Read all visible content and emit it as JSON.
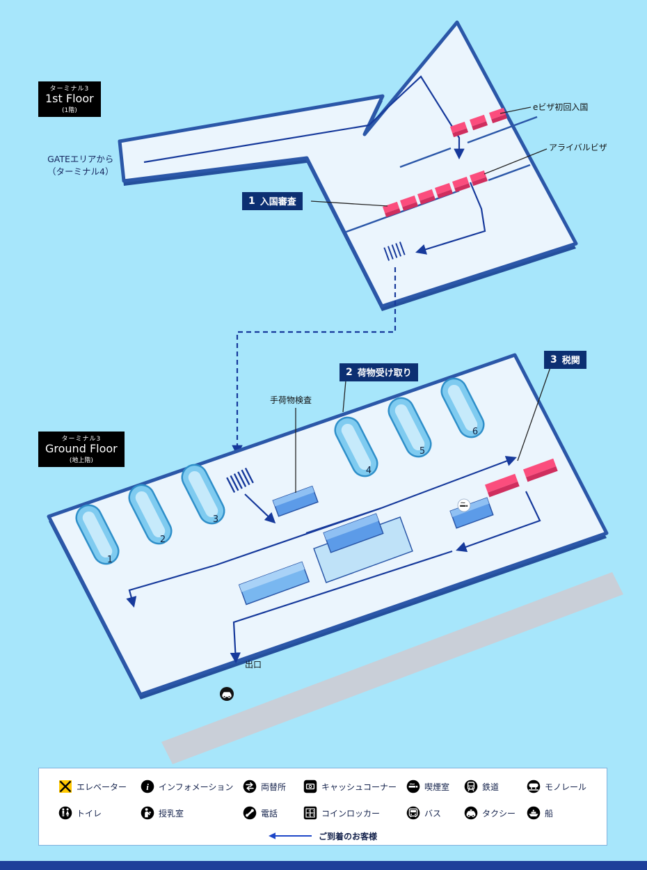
{
  "colors": {
    "background": "#A7E6FB",
    "floor_fill": "#EBF5FD",
    "floor_border": "#2B57A8",
    "flow_arrow": "#16399B",
    "counter_pink_top": "#FB4D7D",
    "counter_pink_front": "#CF2E5E",
    "belt_fill": "#7FCBF0",
    "label_box_navy": "#0C2F72",
    "elevator_yellow": "#FFC800",
    "road_gray": "#C9CFD8"
  },
  "floor1": {
    "terminal_tag": "ターミナル3",
    "floor_name": "1st Floor",
    "floor_sub": "(1階)",
    "gate_note_line1": "GATEエリアから",
    "gate_note_line2": "（ターミナル4）",
    "evisa_label": "eビザ初回入国",
    "arrival_visa_label": "アライバルビザ",
    "step1_num": "1",
    "step1_label": "入国審査"
  },
  "ground_floor": {
    "terminal_tag": "ターミナル3",
    "floor_name": "Ground Floor",
    "floor_sub": "(地上階)",
    "step2_num": "2",
    "step2_label": "荷物受け取り",
    "step3_num": "3",
    "step3_label": "税関",
    "inspection_label": "手荷物検査",
    "exit_label": "出口",
    "belt_numbers": [
      "1",
      "2",
      "3",
      "4",
      "5",
      "6"
    ]
  },
  "legend": {
    "row1": [
      {
        "icon": "elevator-icon",
        "label": "エレベーター"
      },
      {
        "icon": "information-icon",
        "label": "インフォメーション"
      },
      {
        "icon": "currency-exchange-icon",
        "label": "両替所"
      },
      {
        "icon": "atm-icon",
        "label": "キャッシュコーナー"
      },
      {
        "icon": "smoking-room-icon",
        "label": "喫煙室"
      },
      {
        "icon": "railway-icon",
        "label": "鉄道"
      },
      {
        "icon": "monorail-icon",
        "label": "モノレール"
      }
    ],
    "row2": [
      {
        "icon": "toilet-icon",
        "label": "トイレ"
      },
      {
        "icon": "nursing-room-icon",
        "label": "授乳室"
      },
      {
        "icon": "phone-icon",
        "label": "電話"
      },
      {
        "icon": "coin-locker-icon",
        "label": "コインロッカー"
      },
      {
        "icon": "bus-icon",
        "label": "バス"
      },
      {
        "icon": "taxi-icon",
        "label": "タクシー"
      },
      {
        "icon": "ship-icon",
        "label": "船"
      }
    ],
    "arrival_note": "ご到着のお客様"
  }
}
